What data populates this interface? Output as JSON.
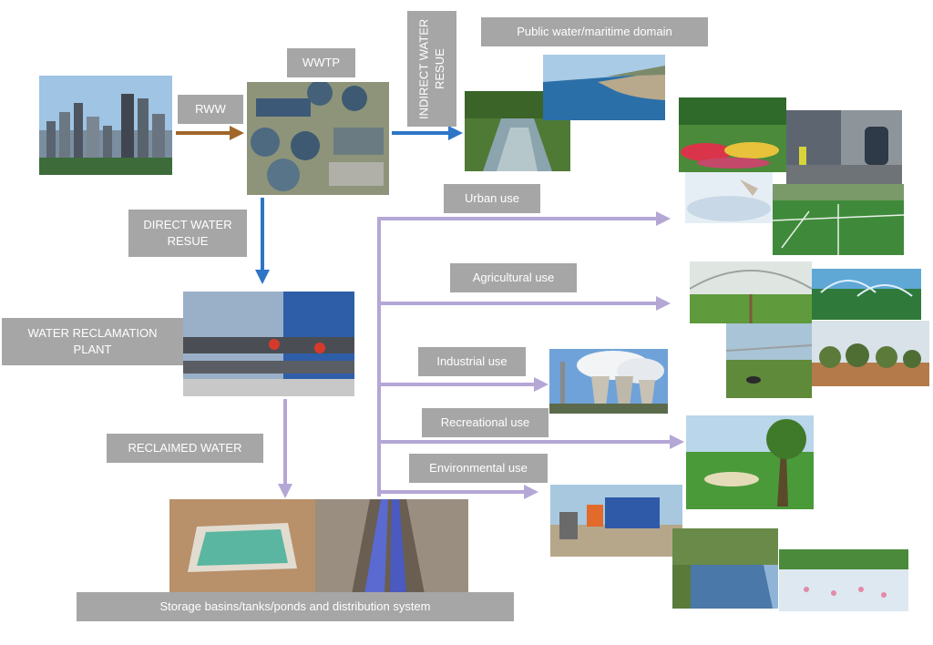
{
  "labels": {
    "rww": "RWW",
    "wwtp": "WWTP",
    "indirect": "INDIRECT WATER RESUE",
    "public_water": "Public water/maritime  domain",
    "direct": "DIRECT WATER RESUE",
    "plant": "WATER RECLAMATION PLANT",
    "reclaimed": "RECLAIMED WATER",
    "urban": "Urban use",
    "agricultural": "Agricultural use",
    "industrial": "Industrial use",
    "recreational": "Recreational use",
    "environmental": "Environmental use",
    "storage": "Storage basins/tanks/ponds and distribution system"
  },
  "colors": {
    "label_bg": "#a6a6a6",
    "arrow_brown": "#a0662a",
    "arrow_blue": "#2e75c8",
    "arrow_purple": "#b4a7d6"
  }
}
